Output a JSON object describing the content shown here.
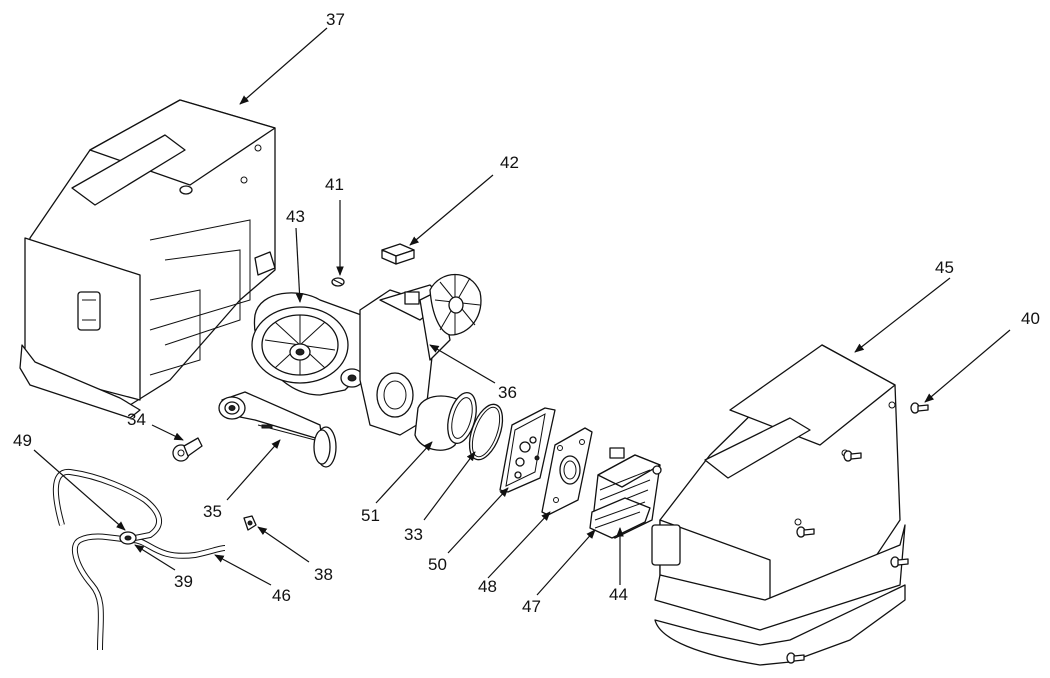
{
  "callouts": {
    "c33": "33",
    "c34": "34",
    "c35": "35",
    "c36": "36",
    "c37": "37",
    "c38": "38",
    "c39": "39",
    "c40": "40",
    "c41": "41",
    "c42": "42",
    "c43": "43",
    "c44": "44",
    "c45": "45",
    "c46": "46",
    "c47": "47",
    "c48": "48",
    "c49": "49",
    "c50": "50",
    "c51": "51"
  }
}
